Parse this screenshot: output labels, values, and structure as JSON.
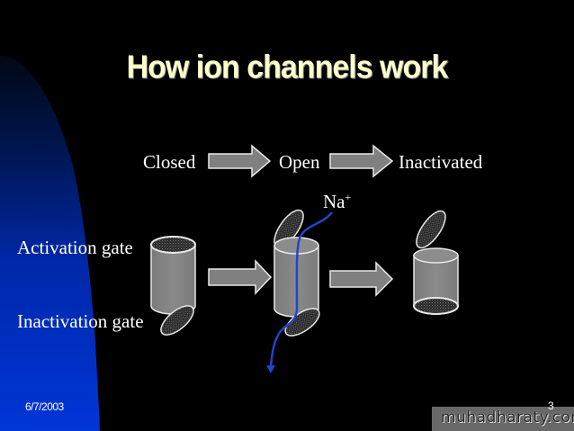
{
  "slide": {
    "title": "How ion channels work",
    "states": {
      "closed": "Closed",
      "open": "Open",
      "inactivated": "Inactivated"
    },
    "ion_label": "Na",
    "ion_charge": "+",
    "gate_labels": {
      "activation": "Activation gate",
      "inactivation": "Inactivation gate"
    },
    "footer": {
      "date": "6/7/2003",
      "page_number": "3"
    },
    "colors": {
      "background": "#000000",
      "accent_blue": "#0033cc",
      "title": "#ffffcc",
      "channel_fill": "#808080",
      "ion_path": "#2244cc"
    }
  },
  "watermark": {
    "text": "muhadharaty.com"
  }
}
